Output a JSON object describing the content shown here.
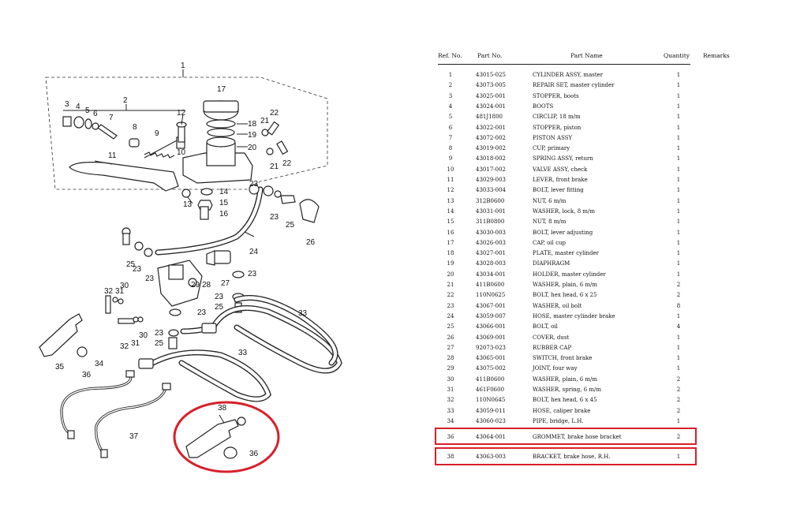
{
  "diagram": {
    "callouts": [
      "1",
      "2",
      "3",
      "4",
      "5",
      "6",
      "7",
      "8",
      "9",
      "10",
      "11",
      "12",
      "13",
      "14",
      "15",
      "16",
      "17",
      "18",
      "19",
      "20",
      "21",
      "22",
      "23",
      "24",
      "25",
      "26",
      "27",
      "28",
      "29",
      "30",
      "31",
      "32",
      "33",
      "34",
      "35",
      "36",
      "37",
      "38"
    ]
  },
  "table": {
    "headers": {
      "ref": "Ref. No.",
      "part_no": "Part No.",
      "name": "Part Name",
      "qty": "Quantity",
      "remarks": "Remarks"
    },
    "rows": [
      {
        "ref": "1",
        "part_no": "43015-025",
        "name": "CYLINDER ASSY, master",
        "qty": "1"
      },
      {
        "ref": "2",
        "part_no": "43073-005",
        "name": "REPAIR SET, master cylinder",
        "qty": "1"
      },
      {
        "ref": "3",
        "part_no": "43025-001",
        "name": "STOPPER, boots",
        "qty": "1"
      },
      {
        "ref": "4",
        "part_no": "43024-001",
        "name": "BOOTS",
        "qty": "1"
      },
      {
        "ref": "5",
        "part_no": "481J1800",
        "name": "CIRCLIP, 18 m/m",
        "qty": "1"
      },
      {
        "ref": "6",
        "part_no": "43022-001",
        "name": "STOPPER, piston",
        "qty": "1"
      },
      {
        "ref": "7",
        "part_no": "43072-002",
        "name": "PISTON ASSY",
        "qty": "1"
      },
      {
        "ref": "8",
        "part_no": "43019-002",
        "name": "CUP, primary",
        "qty": "1"
      },
      {
        "ref": "9",
        "part_no": "43018-002",
        "name": "SPRING ASSY, return",
        "qty": "1"
      },
      {
        "ref": "10",
        "part_no": "43017-002",
        "name": "VALVE ASSY, check",
        "qty": "1"
      },
      {
        "ref": "11",
        "part_no": "43029-003",
        "name": "LEVER, front brake",
        "qty": "1"
      },
      {
        "ref": "12",
        "part_no": "43033-004",
        "name": "BOLT, lever fitting",
        "qty": "1"
      },
      {
        "ref": "13",
        "part_no": "312B0600",
        "name": "NUT, 6 m/m",
        "qty": "1"
      },
      {
        "ref": "14",
        "part_no": "43031-001",
        "name": "WASHER, lock, 8 m/m",
        "qty": "1"
      },
      {
        "ref": "15",
        "part_no": "311B0800",
        "name": "NUT, 8 m/m",
        "qty": "1"
      },
      {
        "ref": "16",
        "part_no": "43030-003",
        "name": "BOLT, lever adjusting",
        "qty": "1"
      },
      {
        "ref": "17",
        "part_no": "43026-003",
        "name": "CAP, oil cup",
        "qty": "1"
      },
      {
        "ref": "18",
        "part_no": "43027-001",
        "name": "PLATE, master cylinder",
        "qty": "1"
      },
      {
        "ref": "19",
        "part_no": "43028-003",
        "name": "DIAPHRAGM",
        "qty": "1"
      },
      {
        "ref": "20",
        "part_no": "43034-001",
        "name": "HOLDER, master cylinder",
        "qty": "1"
      },
      {
        "ref": "21",
        "part_no": "411B0600",
        "name": "WASHER, plain, 6 m/m",
        "qty": "2"
      },
      {
        "ref": "22",
        "part_no": "110N0625",
        "name": "BOLT, hex head, 6 x 25",
        "qty": "2"
      },
      {
        "ref": "23",
        "part_no": "43067-001",
        "name": "WASHER, oil bolt",
        "qty": "8"
      },
      {
        "ref": "24",
        "part_no": "43059-007",
        "name": "HOSE, master cylinder brake",
        "qty": "1"
      },
      {
        "ref": "25",
        "part_no": "43066-001",
        "name": "BOLT, oil",
        "qty": "4"
      },
      {
        "ref": "26",
        "part_no": "43069-001",
        "name": "COVER, dust",
        "qty": "1"
      },
      {
        "ref": "27",
        "part_no": "92073-023",
        "name": "RUBBER CAP",
        "qty": "1"
      },
      {
        "ref": "28",
        "part_no": "43065-001",
        "name": "SWITCH, front brake",
        "qty": "1"
      },
      {
        "ref": "29",
        "part_no": "43075-002",
        "name": "JOINT, four way",
        "qty": "1"
      },
      {
        "ref": "30",
        "part_no": "411B0600",
        "name": "WASHER, plain, 6 m/m",
        "qty": "2"
      },
      {
        "ref": "31",
        "part_no": "461F0600",
        "name": "WASHER, spring, 6 m/m",
        "qty": "2"
      },
      {
        "ref": "32",
        "part_no": "110N0645",
        "name": "BOLT, hex head, 6 x 45",
        "qty": "2"
      },
      {
        "ref": "33",
        "part_no": "43059-011",
        "name": "HOSE, caliper brake",
        "qty": "2"
      },
      {
        "ref": "34",
        "part_no": "43060-023",
        "name": "PIPE, bridge, L.H.",
        "qty": "1"
      },
      {
        "ref": "36",
        "part_no": "43064-001",
        "name": "GROMMET, brake hose bracket",
        "qty": "2"
      },
      {
        "ref": "38",
        "part_no": "43063-003",
        "name": "BRACKET, brake hose, R.H.",
        "qty": "1"
      }
    ]
  },
  "highlight_color": "#d8202a"
}
